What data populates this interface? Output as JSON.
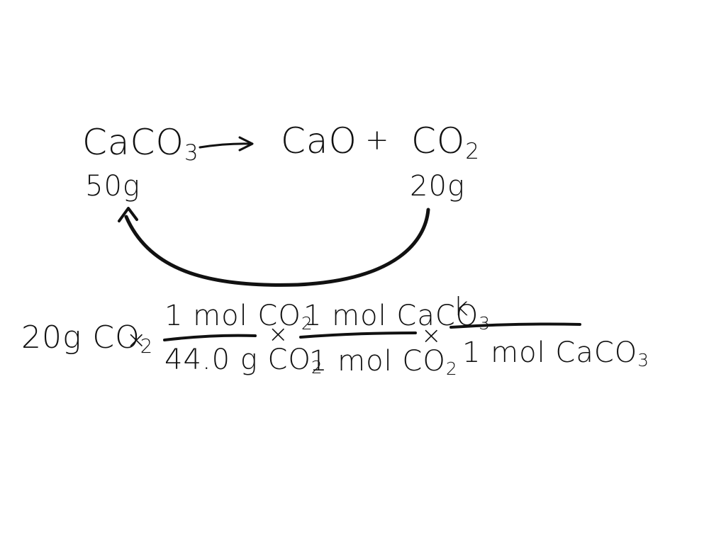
{
  "reaction": {
    "reactant": {
      "base": "CaCO",
      "sub": "3"
    },
    "arrow_icon": "right-arrow-icon",
    "product1": "CaO",
    "plus": "+",
    "product2": {
      "base": "CO",
      "sub": "2"
    },
    "reactant_mass": "50g",
    "product_mass": "20g",
    "curved_arrow_icon": "curved-arrow-icon"
  },
  "calculation": {
    "start": {
      "value": "20g CO",
      "sub": "2"
    },
    "times": "×",
    "fraction1": {
      "numerator": {
        "base": "1 mol CO",
        "sub": "2"
      },
      "denominator": {
        "base": "44.0 g CO",
        "sub": "2"
      }
    },
    "fraction2": {
      "numerator": {
        "base": "1 mol CaCO",
        "sub": "3"
      },
      "denominator": {
        "base": "1 mol CO",
        "sub": "2"
      }
    },
    "fraction3": {
      "numerator": "k",
      "denominator": {
        "base": "1 mol CaCO",
        "sub": "3"
      }
    }
  },
  "colors": {
    "background": "#ffffff",
    "ink": "#111111"
  }
}
